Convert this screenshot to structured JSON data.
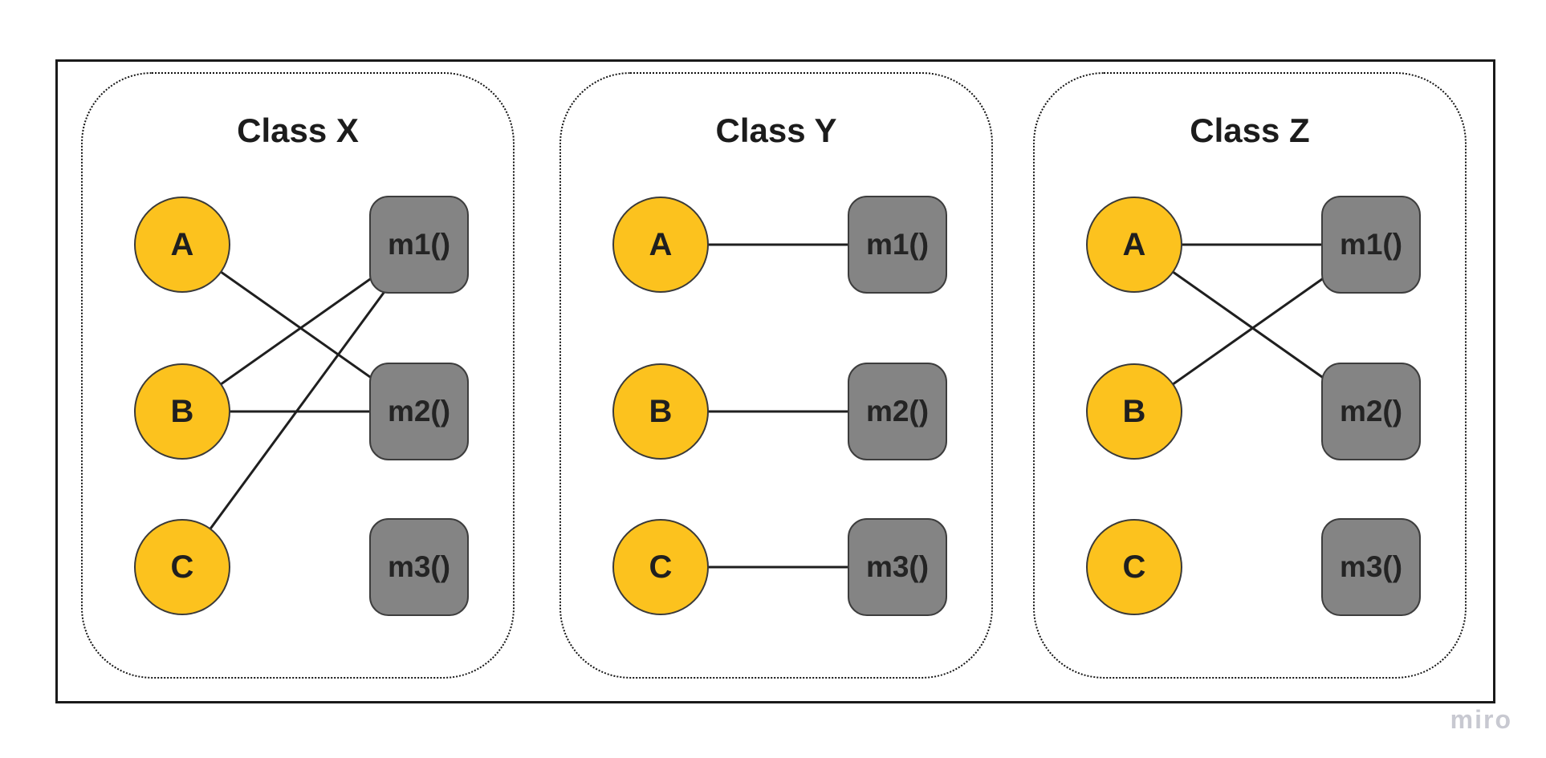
{
  "watermark": "miro",
  "colors": {
    "circle_fill": "#fcc21e",
    "box_fill": "#848484",
    "line": "#1f1f1f",
    "panel_border": "#141414",
    "outer_border": "#1a1a1a",
    "watermark_color": "#c8c9d1"
  },
  "diagram": {
    "panels": [
      {
        "id": "x",
        "title": "Class X",
        "circles": [
          {
            "id": "A",
            "label": "A"
          },
          {
            "id": "B",
            "label": "B"
          },
          {
            "id": "C",
            "label": "C"
          }
        ],
        "boxes": [
          {
            "id": "m1",
            "label": "m1()"
          },
          {
            "id": "m2",
            "label": "m2()"
          },
          {
            "id": "m3",
            "label": "m3()"
          }
        ],
        "edges": [
          [
            "A",
            "m2"
          ],
          [
            "B",
            "m1"
          ],
          [
            "B",
            "m2"
          ],
          [
            "C",
            "m1"
          ]
        ]
      },
      {
        "id": "y",
        "title": "Class Y",
        "circles": [
          {
            "id": "A",
            "label": "A"
          },
          {
            "id": "B",
            "label": "B"
          },
          {
            "id": "C",
            "label": "C"
          }
        ],
        "boxes": [
          {
            "id": "m1",
            "label": "m1()"
          },
          {
            "id": "m2",
            "label": "m2()"
          },
          {
            "id": "m3",
            "label": "m3()"
          }
        ],
        "edges": [
          [
            "A",
            "m1"
          ],
          [
            "B",
            "m2"
          ],
          [
            "C",
            "m3"
          ]
        ]
      },
      {
        "id": "z",
        "title": "Class Z",
        "circles": [
          {
            "id": "A",
            "label": "A"
          },
          {
            "id": "B",
            "label": "B"
          },
          {
            "id": "C",
            "label": "C"
          }
        ],
        "boxes": [
          {
            "id": "m1",
            "label": "m1()"
          },
          {
            "id": "m2",
            "label": "m2()"
          },
          {
            "id": "m3",
            "label": "m3()"
          }
        ],
        "edges": [
          [
            "A",
            "m1"
          ],
          [
            "A",
            "m2"
          ],
          [
            "B",
            "m1"
          ]
        ]
      }
    ]
  }
}
